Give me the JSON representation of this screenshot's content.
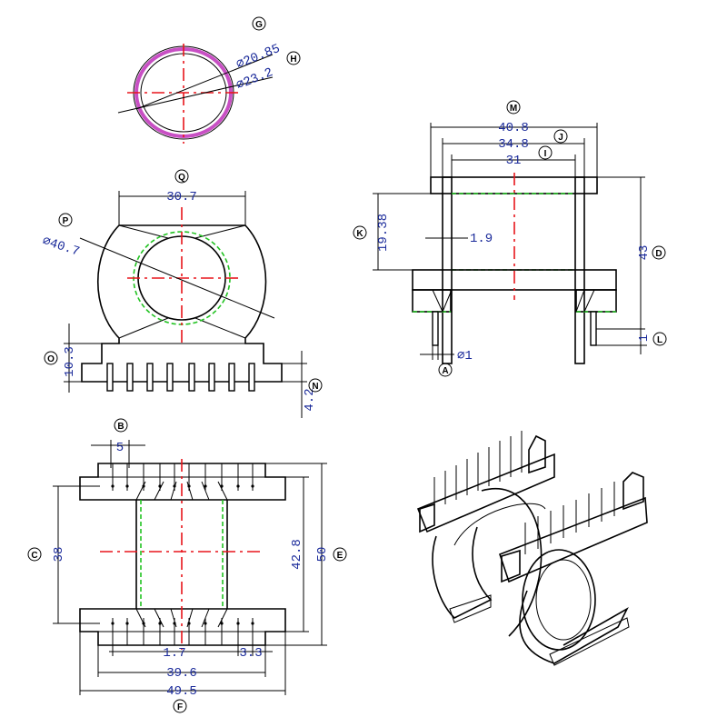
{
  "circle_view": {
    "label_g": "G",
    "label_h": "H",
    "dim_g": "⌀20.85",
    "dim_h": "⌀23.2"
  },
  "front_view": {
    "label_q": "Q",
    "label_p": "P",
    "label_o": "O",
    "label_n": "N",
    "dim_q": "30.7",
    "dim_p": "⌀40.7",
    "dim_o": "10.3",
    "dim_n": "4.2"
  },
  "side_view": {
    "label_m": "M",
    "label_j": "J",
    "label_i": "I",
    "label_k": "K",
    "label_d": "D",
    "label_l": "L",
    "label_a": "A",
    "dim_m": "40.8",
    "dim_j": "34.8",
    "dim_i": "31",
    "dim_k": "19.38",
    "dim_wall": "1.9",
    "dim_d": "43",
    "dim_l": "1",
    "dim_a": "⌀1"
  },
  "top_view": {
    "label_b": "B",
    "label_c": "C",
    "label_e": "E",
    "label_f": "F",
    "dim_b": "5",
    "dim_c": "38",
    "dim_inner": "42.8",
    "dim_e": "50",
    "dim_pin": "1.7",
    "dim_pitch": "3.3",
    "dim_inner_w": "39.6",
    "dim_f": "49.5"
  },
  "colors": {
    "centerline": "#e8151b",
    "hidden": "#22c322",
    "dimension_text": "#1a2a9a",
    "wire": "#c84fc4"
  }
}
